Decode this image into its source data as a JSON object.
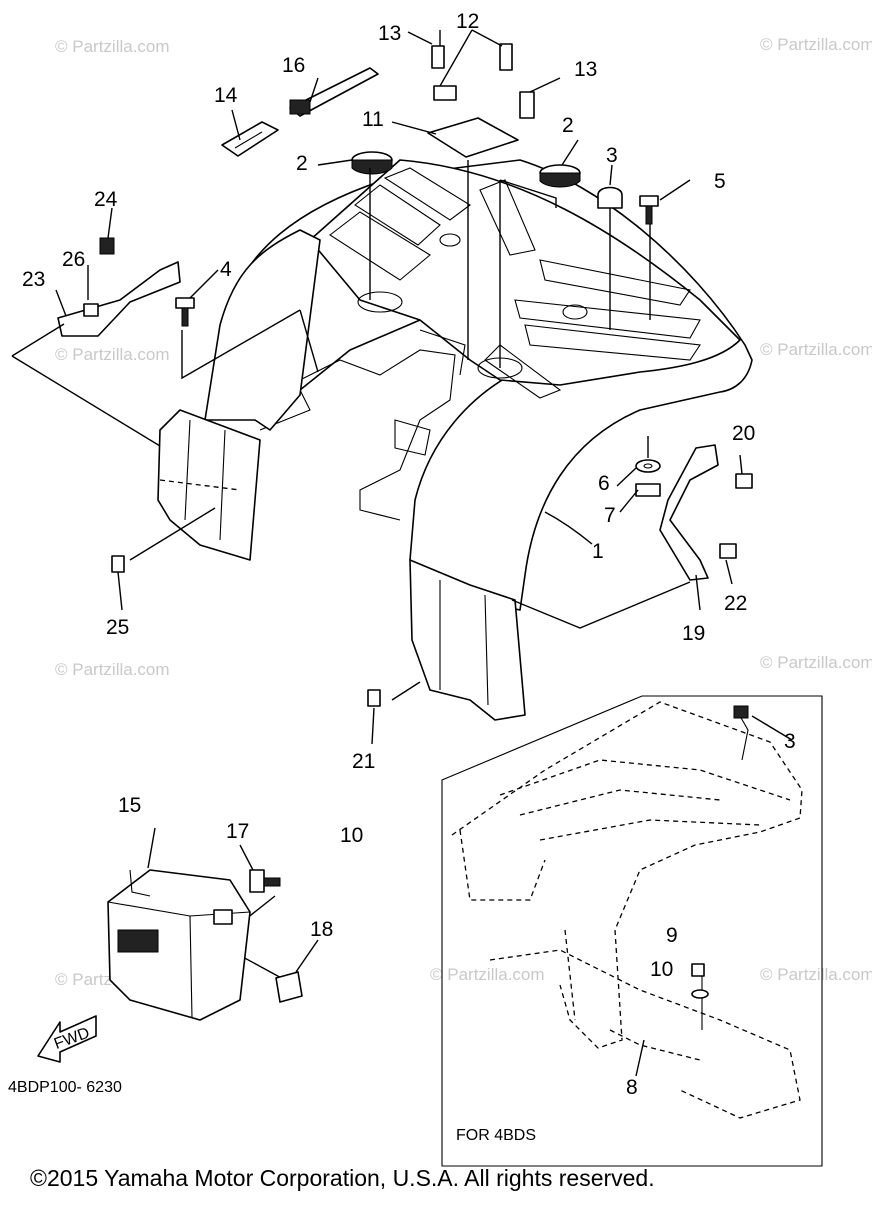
{
  "diagram": {
    "callouts": [
      {
        "id": "c1",
        "label": "1"
      },
      {
        "id": "c2a",
        "label": "2"
      },
      {
        "id": "c2b",
        "label": "2"
      },
      {
        "id": "c3a",
        "label": "3"
      },
      {
        "id": "c3b",
        "label": "3"
      },
      {
        "id": "c4",
        "label": "4"
      },
      {
        "id": "c5",
        "label": "5"
      },
      {
        "id": "c6",
        "label": "6"
      },
      {
        "id": "c7",
        "label": "7"
      },
      {
        "id": "c8",
        "label": "8"
      },
      {
        "id": "c9",
        "label": "9"
      },
      {
        "id": "c10a",
        "label": "10"
      },
      {
        "id": "c10b",
        "label": "10"
      },
      {
        "id": "c11",
        "label": "11"
      },
      {
        "id": "c12",
        "label": "12"
      },
      {
        "id": "c13a",
        "label": "13"
      },
      {
        "id": "c13b",
        "label": "13"
      },
      {
        "id": "c14",
        "label": "14"
      },
      {
        "id": "c15",
        "label": "15"
      },
      {
        "id": "c16",
        "label": "16"
      },
      {
        "id": "c17",
        "label": "17"
      },
      {
        "id": "c18",
        "label": "18"
      },
      {
        "id": "c19",
        "label": "19"
      },
      {
        "id": "c20",
        "label": "20"
      },
      {
        "id": "c21",
        "label": "21"
      },
      {
        "id": "c22",
        "label": "22"
      },
      {
        "id": "c23",
        "label": "23"
      },
      {
        "id": "c24",
        "label": "24"
      },
      {
        "id": "c25",
        "label": "25"
      },
      {
        "id": "c26",
        "label": "26"
      }
    ],
    "inset_label": "FOR 4BDS",
    "fwd_label": "FWD",
    "diagram_code": "4BDP100- 6230",
    "watermark": "© Partzilla.com",
    "copyright": "©2015 Yamaha Motor Corporation, U.S.A. All rights reserved."
  }
}
